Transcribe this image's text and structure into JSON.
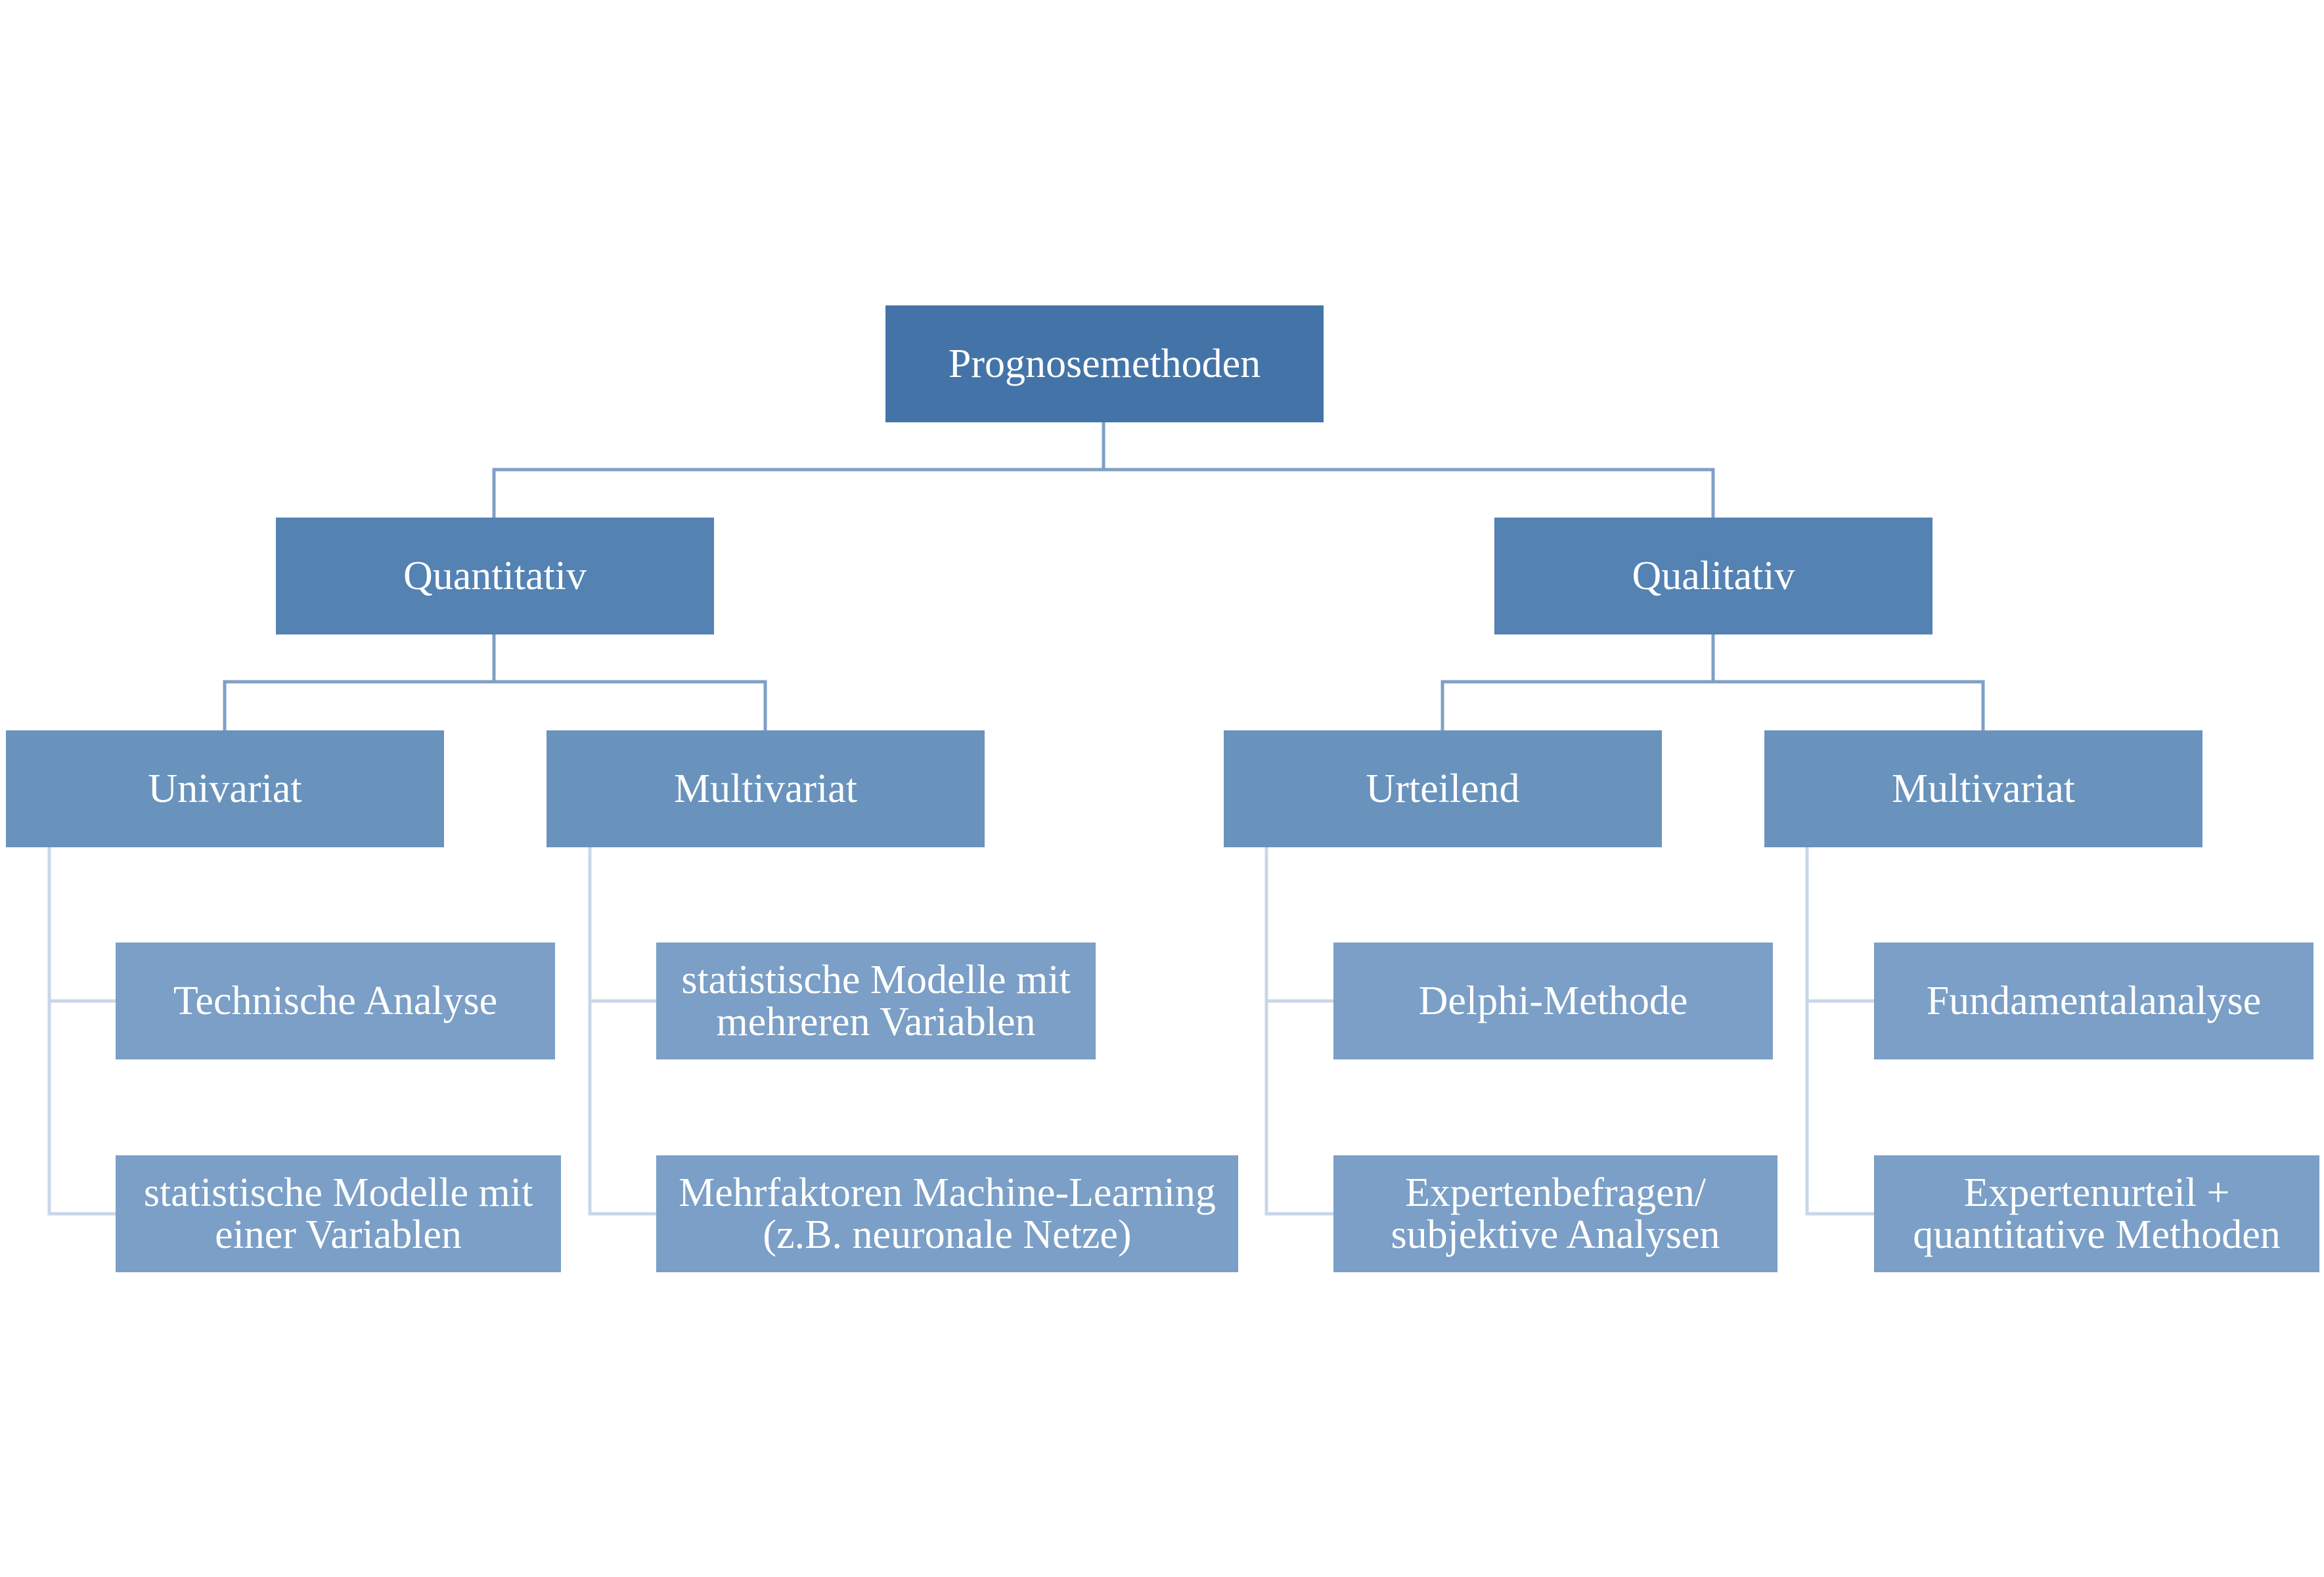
{
  "root": {
    "label": "Prognosemethoden"
  },
  "branches": [
    {
      "label": "Quantitativ",
      "groups": [
        {
          "label": "Univariat",
          "items": [
            "Technische Analyse",
            "statistische Modelle mit\neiner Variablen"
          ]
        },
        {
          "label": "Multivariat",
          "items": [
            "statistische Modelle mit\nmehreren Variablen",
            "Mehrfaktoren  Machine-Learning\n(z.B. neuronale Netze)"
          ]
        }
      ]
    },
    {
      "label": "Qualitativ",
      "groups": [
        {
          "label": "Urteilend",
          "items": [
            "Delphi-Methode",
            "Expertenbefragen/\nsubjektive Analysen"
          ]
        },
        {
          "label": "Multivariat",
          "items": [
            "Fundamentalanalyse",
            "Expertenurteil +\nquantitative Methoden"
          ]
        }
      ]
    }
  ],
  "colors": {
    "level0": "#4474a7",
    "level1": "#5382b3",
    "level2": "#6993bc",
    "level3": "#7b9fc6",
    "connector_dark": "#7fa0c6",
    "connector_light": "#c8d7e8"
  }
}
